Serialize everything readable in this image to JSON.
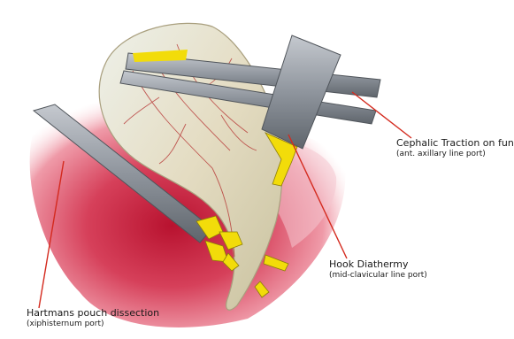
{
  "annotations": {
    "cephalic_traction": {
      "title": "Cephalic Traction on fundus",
      "subtitle": "(ant. axillary line port)"
    },
    "hook_diathermy": {
      "title": "Hook Diathermy",
      "subtitle": "(mid-clavicular line port)"
    },
    "hartmans_pouch": {
      "title": "Hartmans pouch dissection",
      "subtitle": "(xiphisternum port)"
    }
  },
  "colors": {
    "leader_line": "#d42a1e",
    "instrument_highlight": "#f2dc0a",
    "instrument_shaft": "#9aa0a8",
    "tissue": "#d9415a",
    "gallbladder": "#e6e0cc"
  }
}
